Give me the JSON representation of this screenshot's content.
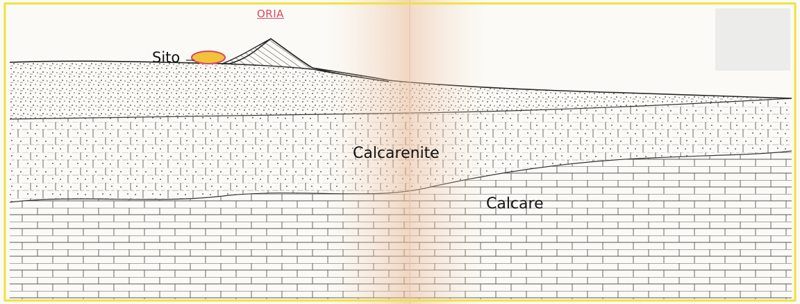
{
  "title": "ORIA",
  "labels": {
    "site": "Sito",
    "upper_layer": "Calcarenite",
    "lower_layer": "Calcare"
  },
  "colors": {
    "border": "#f0e23a",
    "title": "#d9485f",
    "site_fill": "#f2c23a",
    "site_outline": "#d9485f",
    "ink": "#2a2a2a",
    "fold_stain": "#f3d9c4"
  }
}
